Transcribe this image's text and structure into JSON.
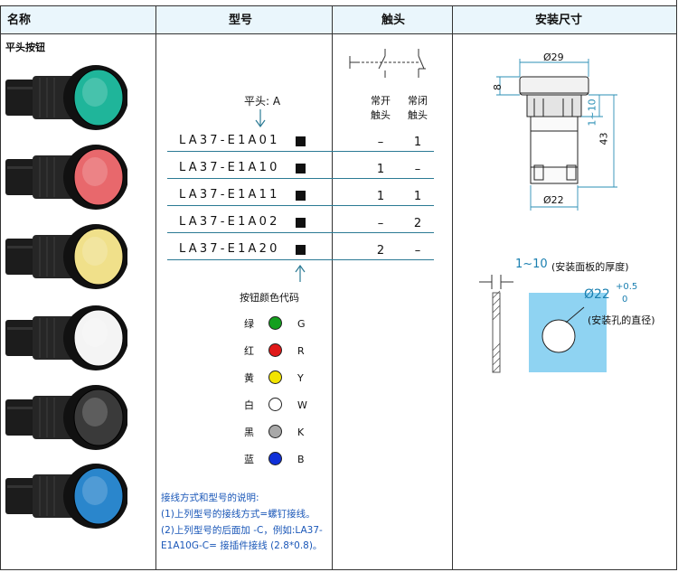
{
  "headers": {
    "name": "名称",
    "model": "型号",
    "contact": "触头",
    "dimension": "安装尺寸"
  },
  "product_name": "平头按钮",
  "head_label": "平头: A",
  "models": [
    {
      "code": "LA37-E1A01",
      "no": "–",
      "nc": "1"
    },
    {
      "code": "LA37-E1A10",
      "no": "1",
      "nc": "–"
    },
    {
      "code": "LA37-E1A11",
      "no": "1",
      "nc": "1"
    },
    {
      "code": "LA37-E1A02",
      "no": "–",
      "nc": "2"
    },
    {
      "code": "LA37-E1A20",
      "no": "2",
      "nc": "–"
    }
  ],
  "contact_labels": {
    "no_top": "常开",
    "no_bottom": "触头",
    "nc_top": "常闭",
    "nc_bottom": "触头"
  },
  "color_code_title": "按钮颜色代码",
  "color_codes": [
    {
      "cn": "绿",
      "code": "G",
      "color": "#14a01e"
    },
    {
      "cn": "红",
      "code": "R",
      "color": "#e01818"
    },
    {
      "cn": "黄",
      "code": "Y",
      "color": "#f2e400"
    },
    {
      "cn": "白",
      "code": "W",
      "color": "#ffffff"
    },
    {
      "cn": "黑",
      "code": "K",
      "color": "#a8a8a8"
    },
    {
      "cn": "蓝",
      "code": "B",
      "color": "#1030d8"
    }
  ],
  "buttons": [
    {
      "color": "#1fb59a"
    },
    {
      "color": "#e8686c"
    },
    {
      "color": "#f0e08a"
    },
    {
      "color": "#f4f4f4"
    },
    {
      "color": "#3a3a3a"
    },
    {
      "color": "#2a86cc"
    }
  ],
  "notes": {
    "title": "接线方式和型号的说明:",
    "line1": "(1)上列型号的接线方式=螺钉接线。",
    "line2": "(2)上列型号的后面加 -C，例如:LA37-",
    "line3": "E1A10G-C= 接插件接线 (2.8*0.8)。"
  },
  "dims": {
    "d29": "Ø29",
    "h8": "8",
    "r1_10": "1~10",
    "h43": "43",
    "d22": "Ø22",
    "panel_range": "1~10",
    "panel_note": "(安装面板的厚度)",
    "hole_d": "Ø22",
    "tol_plus": "+0.5",
    "tol_zero": "0",
    "hole_note": "(安装孔的直径)"
  }
}
